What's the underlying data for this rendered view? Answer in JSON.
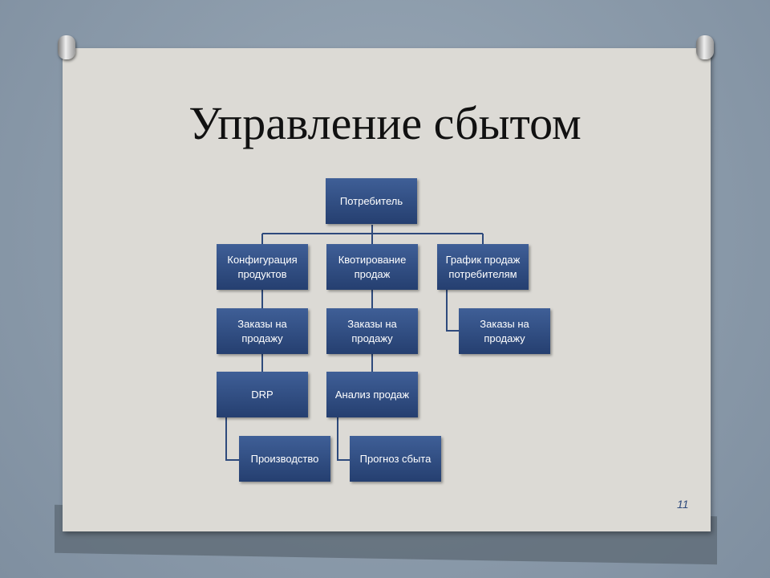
{
  "slide": {
    "title": "Управление сбытом",
    "page_number": "11",
    "nodes": {
      "root": "Потребитель",
      "config": "Конфигурация продуктов",
      "quota": "Квотирование продаж",
      "schedule": "График продаж потребителям",
      "orders1": "Заказы на продажу",
      "orders2": "Заказы на продажу",
      "orders3": "Заказы на продажу",
      "drp": "DRP",
      "analysis": "Анализ продаж",
      "production": "Производство",
      "forecast": "Прогноз сбыта"
    },
    "colors": {
      "box": "#2e4a7c",
      "line": "#2e4a7c"
    }
  }
}
